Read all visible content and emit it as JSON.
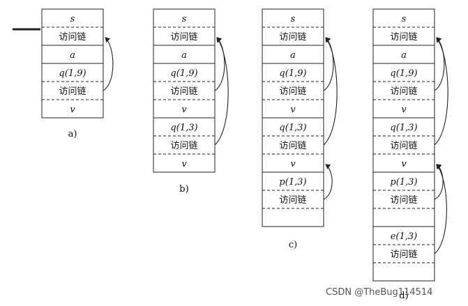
{
  "stacks": [
    {
      "id": "a",
      "caption": "a)",
      "cells": [
        {
          "label": "s",
          "italic": true,
          "bottom": "dashed"
        },
        {
          "label": "访问链",
          "italic": false,
          "bottom": "solid"
        },
        {
          "label": "a",
          "italic": true,
          "bottom": "solid"
        },
        {
          "label": "q(1,9)",
          "italic": true,
          "bottom": "dashed"
        },
        {
          "label": "访问链",
          "italic": false,
          "bottom": "dashed"
        },
        {
          "label": "v",
          "italic": true,
          "bottom": "solid"
        }
      ],
      "arrows": [
        {
          "from": 4,
          "to": 1
        }
      ]
    },
    {
      "id": "b",
      "caption": "b)",
      "cells": [
        {
          "label": "s",
          "italic": true,
          "bottom": "dashed"
        },
        {
          "label": "访问链",
          "italic": false,
          "bottom": "solid"
        },
        {
          "label": "a",
          "italic": true,
          "bottom": "solid"
        },
        {
          "label": "q(1,9)",
          "italic": true,
          "bottom": "dashed"
        },
        {
          "label": "访问链",
          "italic": false,
          "bottom": "dashed"
        },
        {
          "label": "v",
          "italic": true,
          "bottom": "solid"
        },
        {
          "label": "q(1,3)",
          "italic": true,
          "bottom": "dashed"
        },
        {
          "label": "访问链",
          "italic": false,
          "bottom": "dashed"
        },
        {
          "label": "v",
          "italic": true,
          "bottom": "solid"
        }
      ],
      "arrows": [
        {
          "from": 4,
          "to": 1
        },
        {
          "from": 7,
          "to": 1
        }
      ]
    },
    {
      "id": "c",
      "caption": "c)",
      "cells": [
        {
          "label": "s",
          "italic": true,
          "bottom": "dashed"
        },
        {
          "label": "访问链",
          "italic": false,
          "bottom": "solid"
        },
        {
          "label": "a",
          "italic": true,
          "bottom": "solid"
        },
        {
          "label": "q(1,9)",
          "italic": true,
          "bottom": "dashed"
        },
        {
          "label": "访问链",
          "italic": false,
          "bottom": "dashed"
        },
        {
          "label": "v",
          "italic": true,
          "bottom": "solid"
        },
        {
          "label": "q(1,3)",
          "italic": true,
          "bottom": "dashed"
        },
        {
          "label": "访问链",
          "italic": false,
          "bottom": "dashed"
        },
        {
          "label": "v",
          "italic": true,
          "bottom": "solid"
        },
        {
          "label": "p(1,3)",
          "italic": true,
          "bottom": "dashed"
        },
        {
          "label": "访问链",
          "italic": false,
          "bottom": "dashed"
        },
        {
          "label": "",
          "italic": false,
          "bottom": "solid"
        }
      ],
      "arrows": [
        {
          "from": 4,
          "to": 1
        },
        {
          "from": 7,
          "to": 1
        },
        {
          "from": 10,
          "to": 8
        }
      ]
    },
    {
      "id": "d",
      "caption": "d)",
      "cells": [
        {
          "label": "s",
          "italic": true,
          "bottom": "dashed"
        },
        {
          "label": "访问链",
          "italic": false,
          "bottom": "solid"
        },
        {
          "label": "a",
          "italic": true,
          "bottom": "solid"
        },
        {
          "label": "q(1,9)",
          "italic": true,
          "bottom": "dashed"
        },
        {
          "label": "访问链",
          "italic": false,
          "bottom": "dashed"
        },
        {
          "label": "v",
          "italic": true,
          "bottom": "solid"
        },
        {
          "label": "q(1,3)",
          "italic": true,
          "bottom": "dashed"
        },
        {
          "label": "访问链",
          "italic": false,
          "bottom": "dashed"
        },
        {
          "label": "v",
          "italic": true,
          "bottom": "solid"
        },
        {
          "label": "p(1,3)",
          "italic": true,
          "bottom": "dashed"
        },
        {
          "label": "访问链",
          "italic": false,
          "bottom": "dashed"
        },
        {
          "label": "",
          "italic": false,
          "bottom": "solid"
        },
        {
          "label": "e(1,3)",
          "italic": true,
          "bottom": "dashed"
        },
        {
          "label": "访问链",
          "italic": false,
          "bottom": "dashed"
        },
        {
          "label": "",
          "italic": false,
          "bottom": "solid"
        }
      ],
      "arrows": [
        {
          "from": 4,
          "to": 1
        },
        {
          "from": 7,
          "to": 1
        },
        {
          "from": 10,
          "to": 8
        },
        {
          "from": 13,
          "to": 8
        }
      ]
    }
  ],
  "watermark": "CSDN @TheBug114514",
  "colors": {
    "line": "#222222",
    "text": "#111111"
  }
}
